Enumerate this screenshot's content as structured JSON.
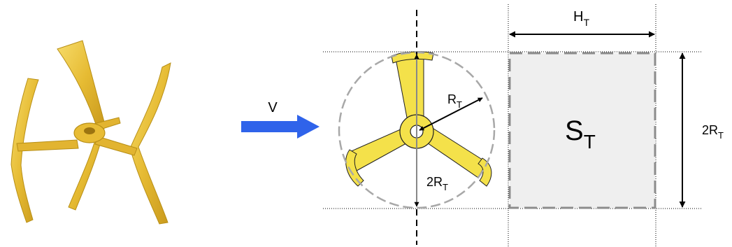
{
  "labels": {
    "velocity": "V",
    "height": {
      "main": "H",
      "sub": "T"
    },
    "radius": {
      "main": "R",
      "sub": "T"
    },
    "diameter_inner": {
      "main": "2R",
      "sub": "T"
    },
    "diameter_right": {
      "main": "2R",
      "sub": "T"
    },
    "swept_area": {
      "main": "S",
      "sub": "T"
    }
  },
  "colors": {
    "blade": "#f4e14a",
    "blade_dark": "#b8a200",
    "turbine_3d": "#e9c13c",
    "turbine_3d_dark": "#b88f16",
    "arrow": "#2f63ea",
    "dashed_gray": "#9a9a9a",
    "area_fill": "#efefef"
  }
}
